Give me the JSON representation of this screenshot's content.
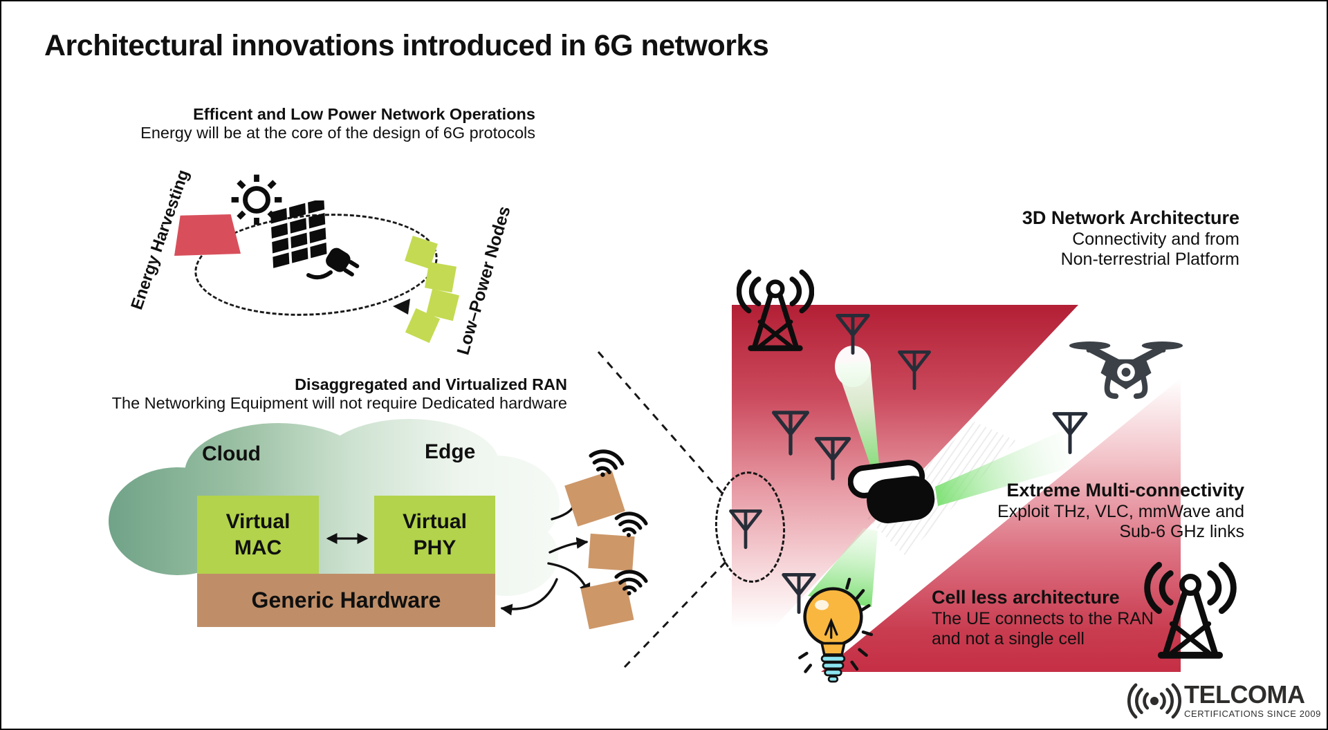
{
  "title": "Architectural innovations introduced in 6G networks",
  "energy": {
    "heading": "Efficent and Low Power Network Operations",
    "subheading": "Energy will be at the core of the design of 6G protocols",
    "label_harvesting": "Energy Harvesting",
    "label_nodes": "Low–Power Nodes"
  },
  "ran": {
    "heading": "Disaggregated and Virtualized RAN",
    "subheading": "The Networking Equipment will not require Dedicated hardware",
    "cloud_label": "Cloud",
    "edge_label": "Edge",
    "virtual_mac": "Virtual\nMAC",
    "virtual_phy": "Virtual\nPHY",
    "generic_hw": "Generic Hardware"
  },
  "network3d": {
    "heading": "3D Network Architecture",
    "line1": "Connectivity and from",
    "line2": "Non-terrestrial Platform"
  },
  "multiconn": {
    "heading": "Extreme Multi-connectivity",
    "line1": "Exploit THz, VLC, mmWave and",
    "line2": "Sub-6 GHz links"
  },
  "cellless": {
    "heading": "Cell less architecture",
    "line1": "The UE connects to the RAN",
    "line2": "and not a single cell"
  },
  "logo": {
    "name": "TELCOMA",
    "tagline": "CERTIFICATIONS SINCE 2009"
  },
  "colors": {
    "triangle_red_dark": "#b31f35",
    "triangle_red_low": "#c52f45",
    "harvest_red": "#d84f5b",
    "node_green": "#c4da52",
    "virtual_green": "#b2d34b",
    "hardware_brown": "#bf8e68",
    "node_brown": "#cd9768",
    "cloud_green": "#6fa287",
    "beam_green": "#7fe276",
    "bulb_yellow": "#f9b73f",
    "bulb_base_cyan": "#8be4ef",
    "ink": "#111111",
    "logo_gray": "#2e2d2c"
  }
}
